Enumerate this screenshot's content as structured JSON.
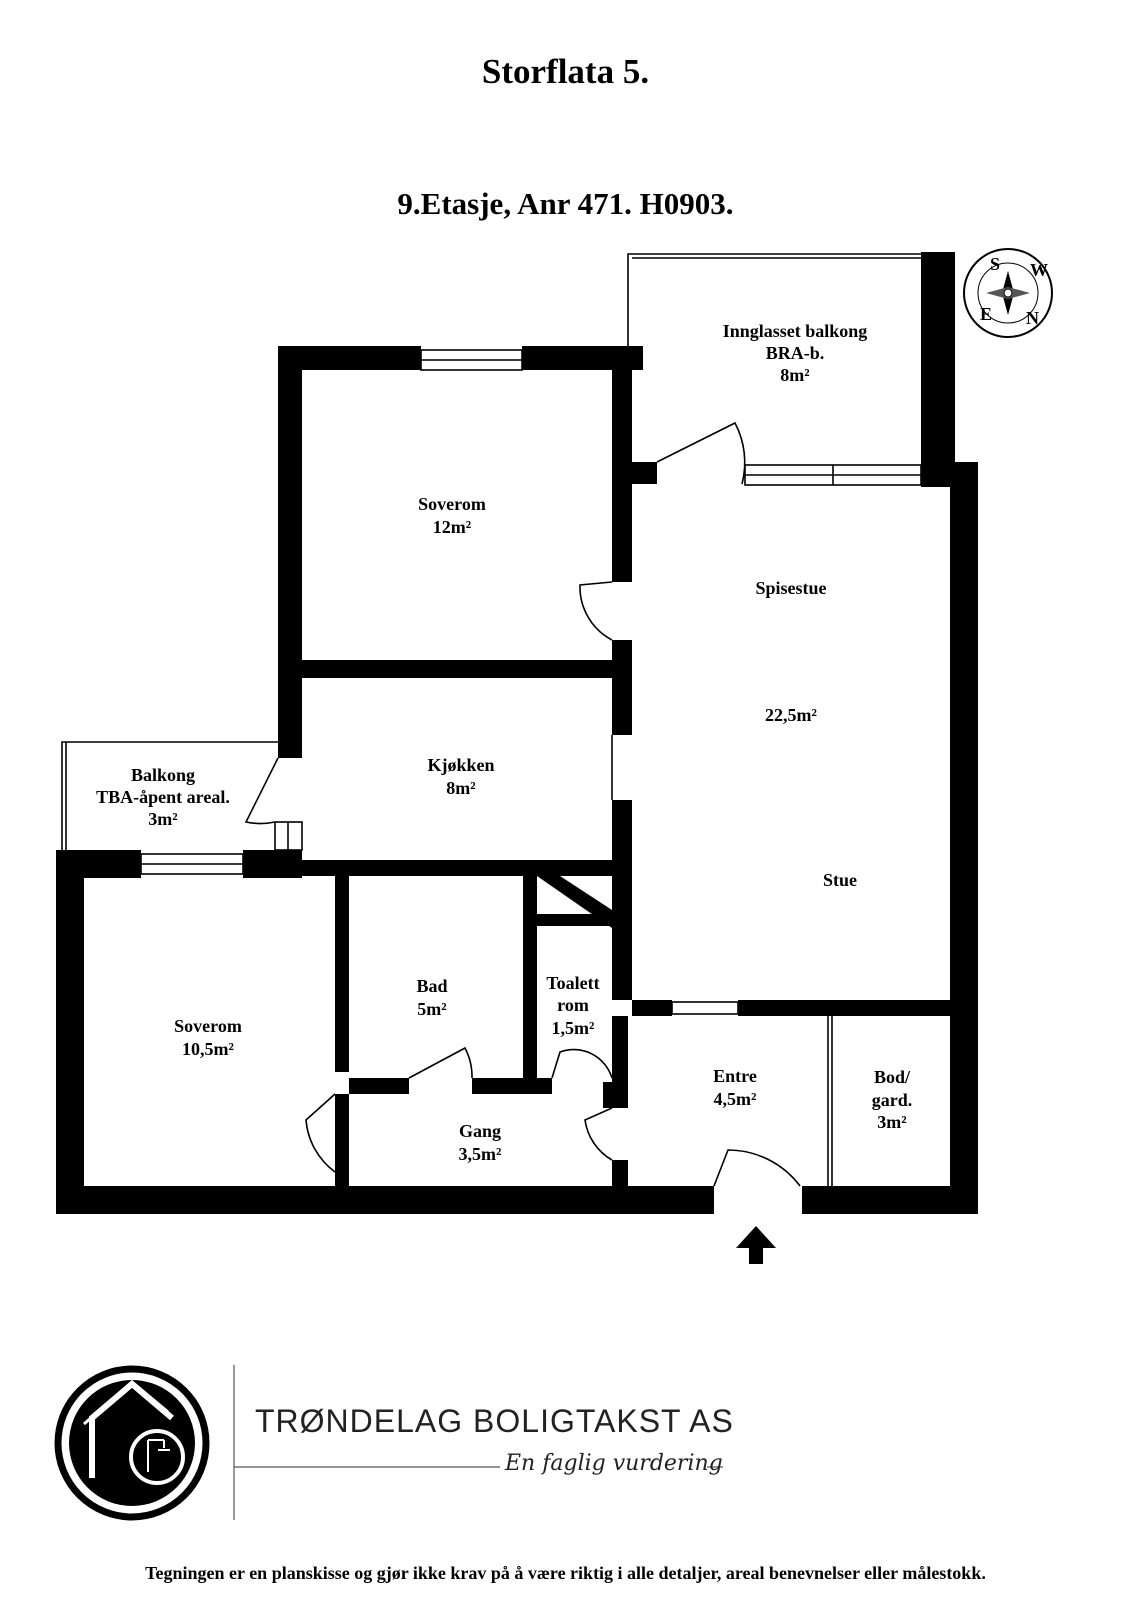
{
  "header": {
    "title": "Storflata 5.",
    "subtitle": "9.Etasje, Anr 471. H0903."
  },
  "rooms": {
    "balkong_glass": {
      "name": "Innglasset balkong",
      "type": "BRA-b.",
      "area": "8m²"
    },
    "soverom1": {
      "name": "Soverom",
      "area": "12m²"
    },
    "spisestue": {
      "name": "Spisestue",
      "area": "22,5m²"
    },
    "stue": {
      "name": "Stue"
    },
    "kjokken": {
      "name": "Kjøkken",
      "area": "8m²"
    },
    "balkong_open": {
      "name": "Balkong",
      "type": "TBA-åpent areal.",
      "area": "3m²"
    },
    "soverom2": {
      "name": "Soverom",
      "area": "10,5m²"
    },
    "bad": {
      "name": "Bad",
      "area": "5m²"
    },
    "toalett": {
      "name1": "Toalett",
      "name2": "rom",
      "area": "1,5m²"
    },
    "entre": {
      "name": "Entre",
      "area": "4,5m²"
    },
    "gang": {
      "name": "Gang",
      "area": "3,5m²"
    },
    "bod": {
      "name1": "Bod/",
      "name2": "gard.",
      "area": "3m²"
    }
  },
  "compass": {
    "labels": [
      "S",
      "W",
      "N",
      "E"
    ]
  },
  "footer": {
    "company": "TRØNDELAG BOLIGTAKST AS",
    "tagline": "En faglig vurdering",
    "disclaimer": "Tegningen er en planskisse og gjør ikke krav på å være riktig i alle detaljer, areal benevnelser eller målestokk."
  }
}
